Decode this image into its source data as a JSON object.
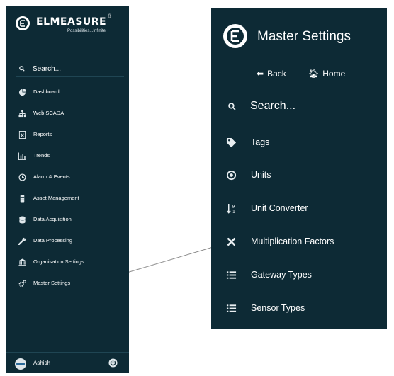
{
  "left_sidebar": {
    "brand": "ELMEASURE",
    "brand_mark": "®",
    "tagline": "Possibilities...Infinite",
    "search_placeholder": "Search...",
    "items": [
      {
        "label": "Dashboard",
        "icon": "pie-chart-icon"
      },
      {
        "label": "Web SCADA",
        "icon": "sitemap-icon"
      },
      {
        "label": "Reports",
        "icon": "excel-file-icon"
      },
      {
        "label": "Trends",
        "icon": "bar-chart-icon"
      },
      {
        "label": "Alarm & Events",
        "icon": "clock-icon"
      },
      {
        "label": "Asset Management",
        "icon": "server-icon"
      },
      {
        "label": "Data Acquisition",
        "icon": "database-icon"
      },
      {
        "label": "Data Processing",
        "icon": "wrench-icon"
      },
      {
        "label": "Organisation Settings",
        "icon": "bank-icon"
      },
      {
        "label": "Master Settings",
        "icon": "cogs-icon"
      }
    ],
    "user_name": "Ashish"
  },
  "master_panel": {
    "title": "Master Settings",
    "back_label": "Back",
    "home_label": "Home",
    "search_placeholder": "Search...",
    "items": [
      {
        "label": "Tags",
        "icon": "tag-icon"
      },
      {
        "label": "Units",
        "icon": "dot-circle-icon"
      },
      {
        "label": "Unit Converter",
        "icon": "sort-numeric-icon"
      },
      {
        "label": "Multiplication Factors",
        "icon": "times-icon"
      },
      {
        "label": "Gateway Types",
        "icon": "list-icon"
      },
      {
        "label": "Sensor Types",
        "icon": "list-icon"
      }
    ]
  },
  "colors": {
    "sidebar_bg": "#0d2a35",
    "text": "#ffffff",
    "connector": "#8a8a8a"
  }
}
